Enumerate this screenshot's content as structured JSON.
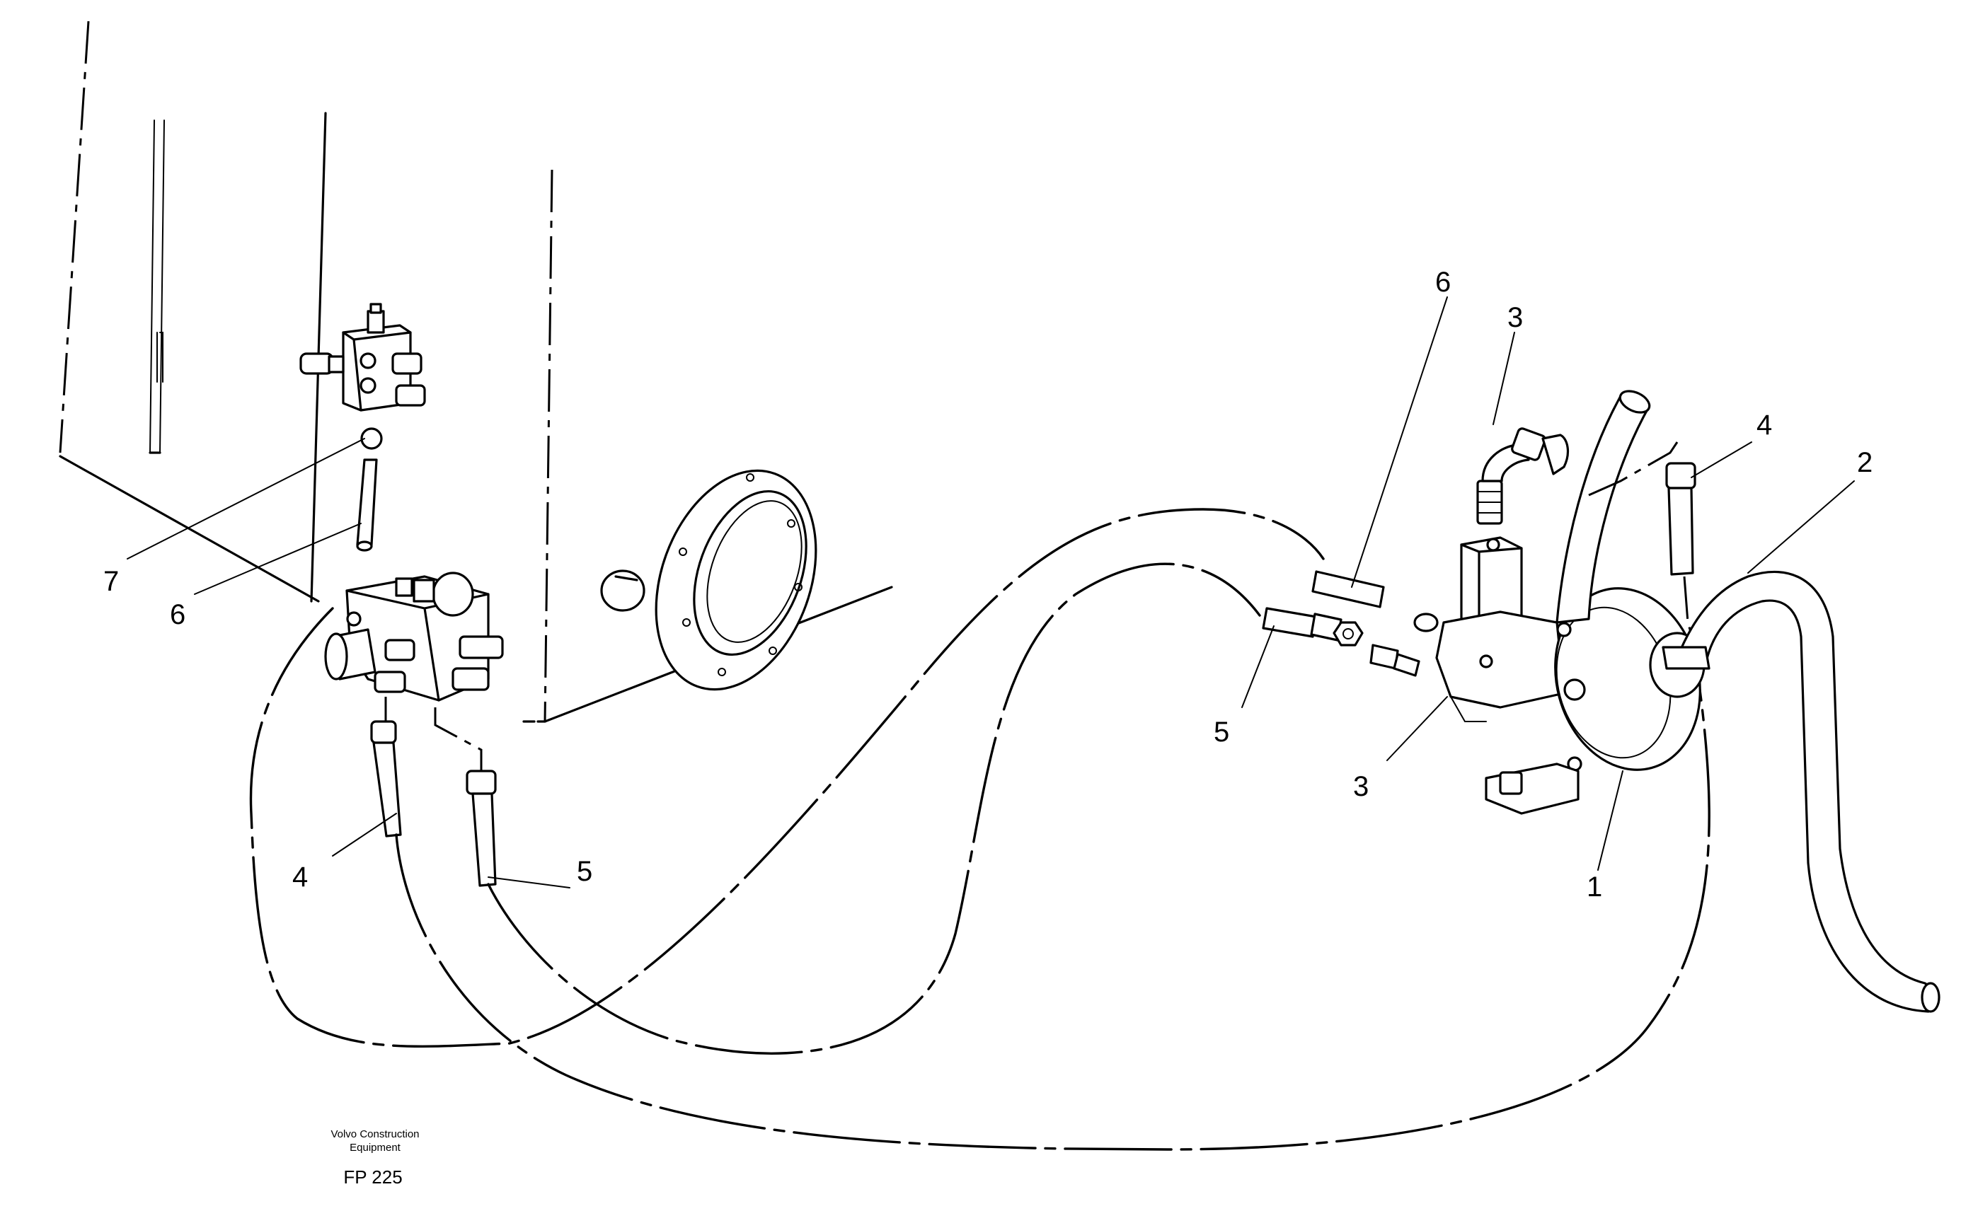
{
  "callouts": {
    "c1": "1",
    "c2": "2",
    "c3_top": "3",
    "c3_bottom": "3",
    "c4_right": "4",
    "c4_left": "4",
    "c5_right": "5",
    "c5_left": "5",
    "c6_right": "6",
    "c6_left": "6",
    "c7": "7"
  },
  "footer": {
    "company_line1": "Volvo Construction",
    "company_line2": "Equipment",
    "figure_code": "FP 225"
  }
}
